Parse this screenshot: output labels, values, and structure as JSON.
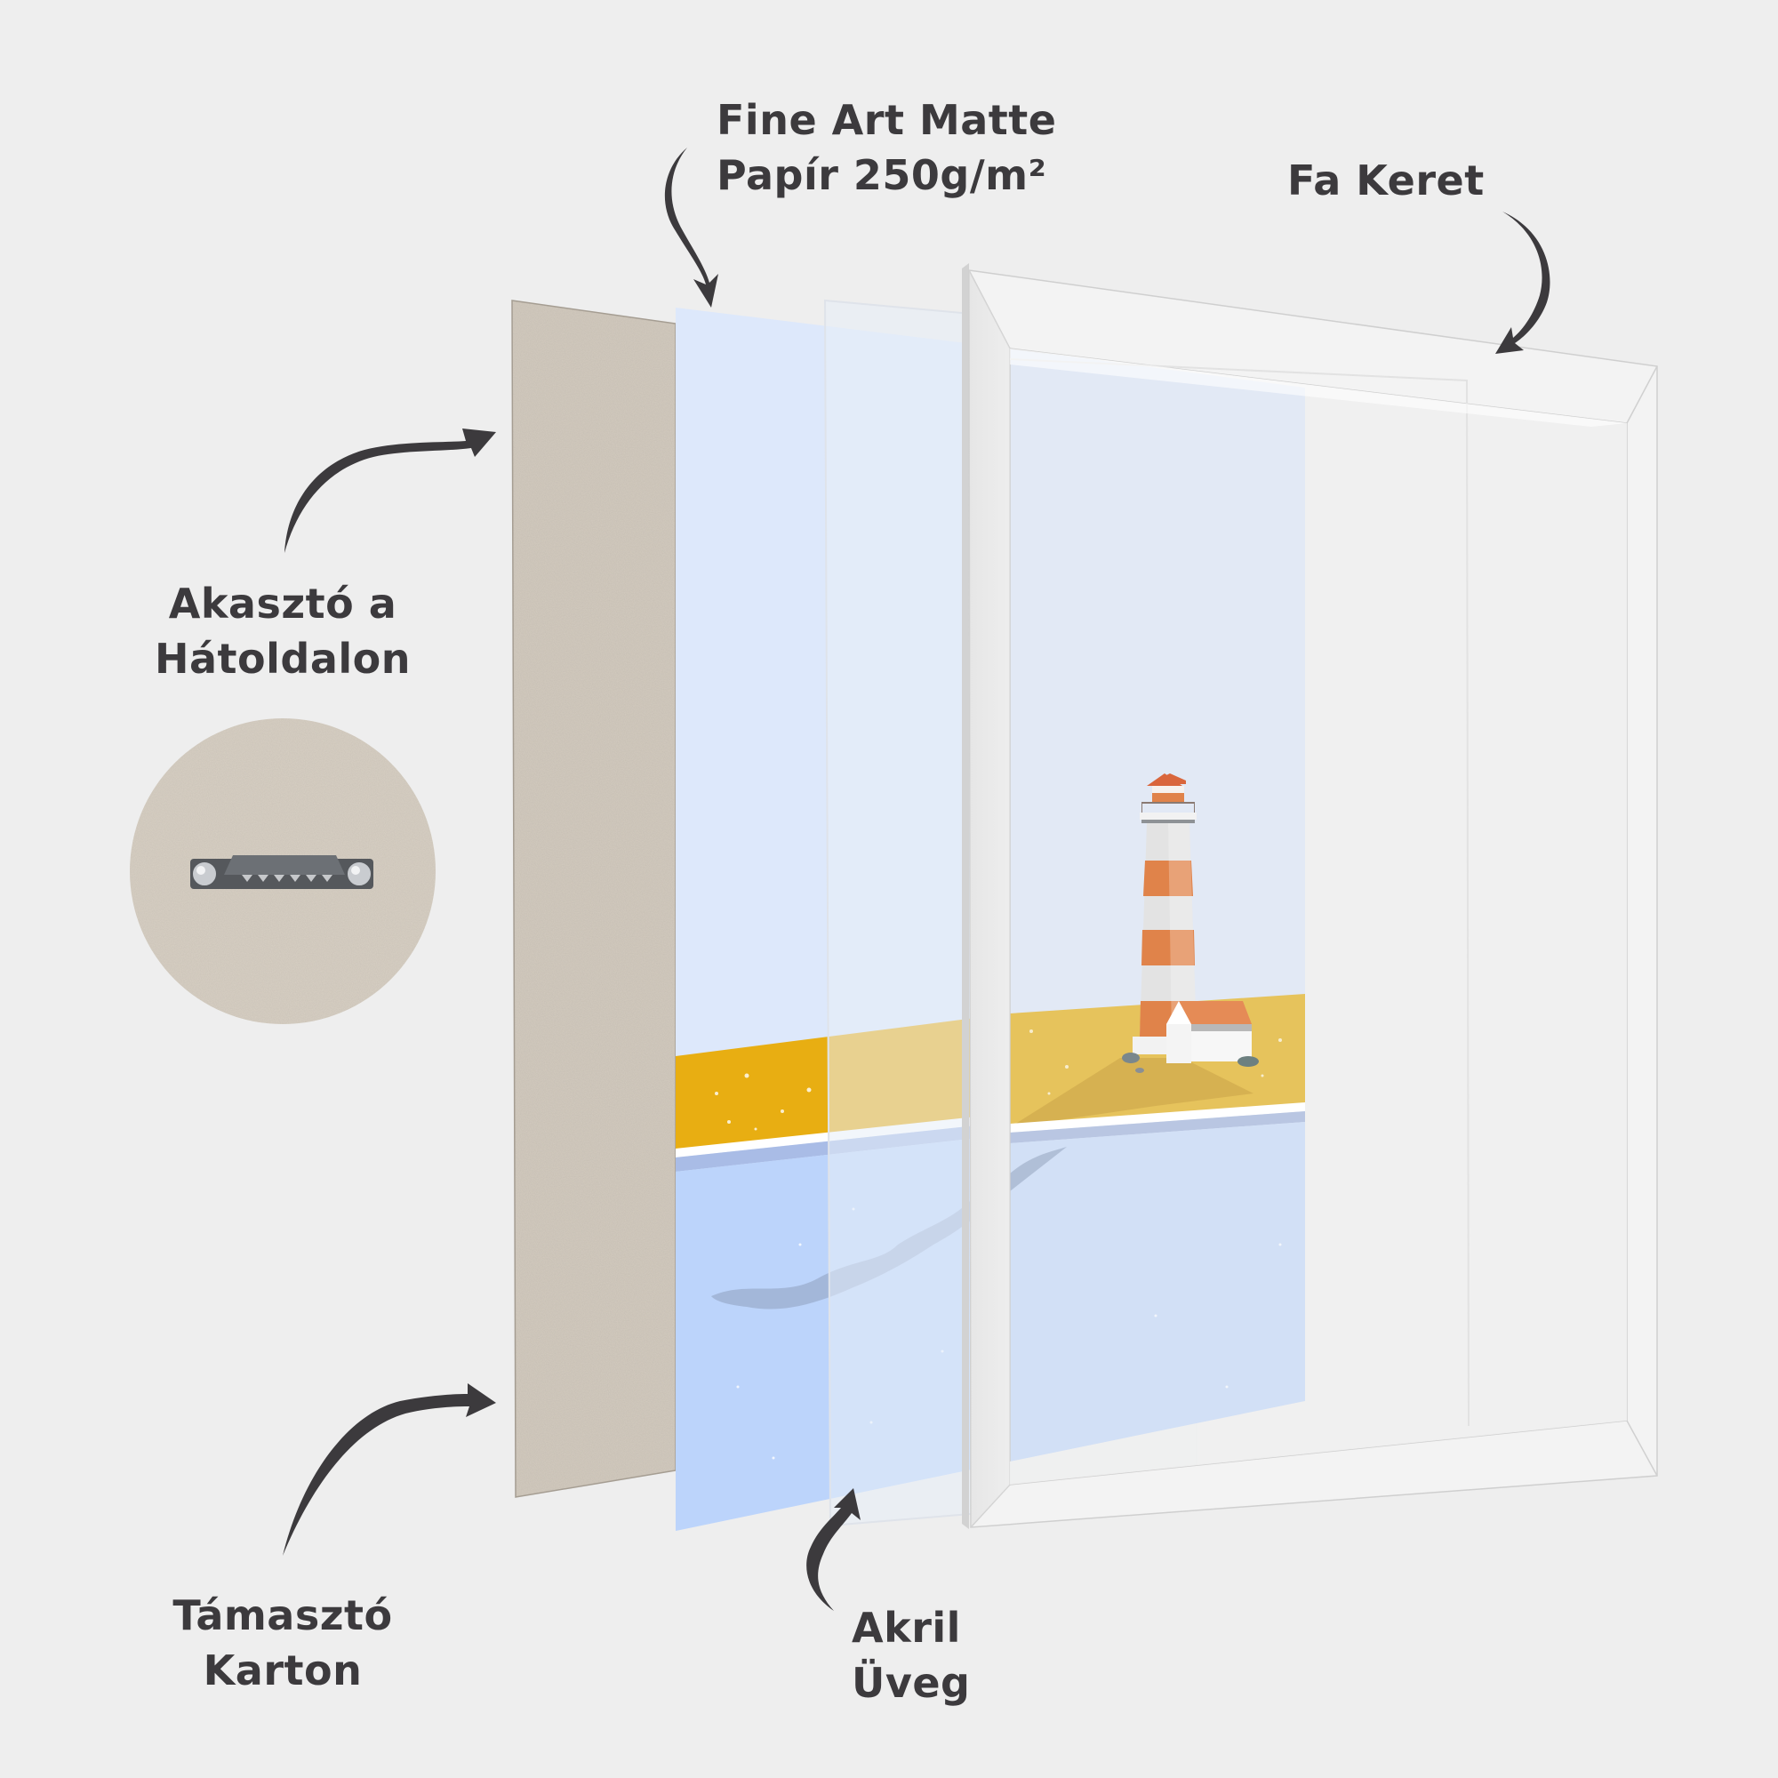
{
  "diagram": {
    "title": "Framed print layer breakdown",
    "background_color": "#eeeeee",
    "text_color": "#3c3a3d",
    "labels": {
      "paper": {
        "line1": "Fine Art Matte",
        "line2": "Papír 250g/m²"
      },
      "frame": {
        "line1": "Fa Keret"
      },
      "hanger": {
        "line1": "Akasztó a",
        "line2": "Hátoldalon"
      },
      "backing_board": {
        "line1": "Támasztó",
        "line2": "Karton"
      },
      "acrylic": {
        "line1": "Akril",
        "line2": "Üveg"
      }
    },
    "layers": [
      {
        "id": "backing_board",
        "name": "Támasztó Karton",
        "color": "#d3cbbf"
      },
      {
        "id": "print",
        "name": "Fine Art Matte Papír 250g/m²",
        "colors": {
          "sky": "#dde8fb",
          "sand": "#e8ae12",
          "sea": "#bcd4fb"
        }
      },
      {
        "id": "acrylic_glass",
        "name": "Akril Üveg",
        "color": "#e4eaf4"
      },
      {
        "id": "wood_frame",
        "name": "Fa Keret",
        "color": "#f4f4f4"
      }
    ],
    "inset": {
      "name": "Akasztó a Hátoldalon",
      "detail": "sawtooth hanger on cardboard back"
    },
    "artwork": {
      "subject": "lighthouse on beach",
      "stripe_color": "#e0834a",
      "roof_color": "#d9663c"
    }
  }
}
